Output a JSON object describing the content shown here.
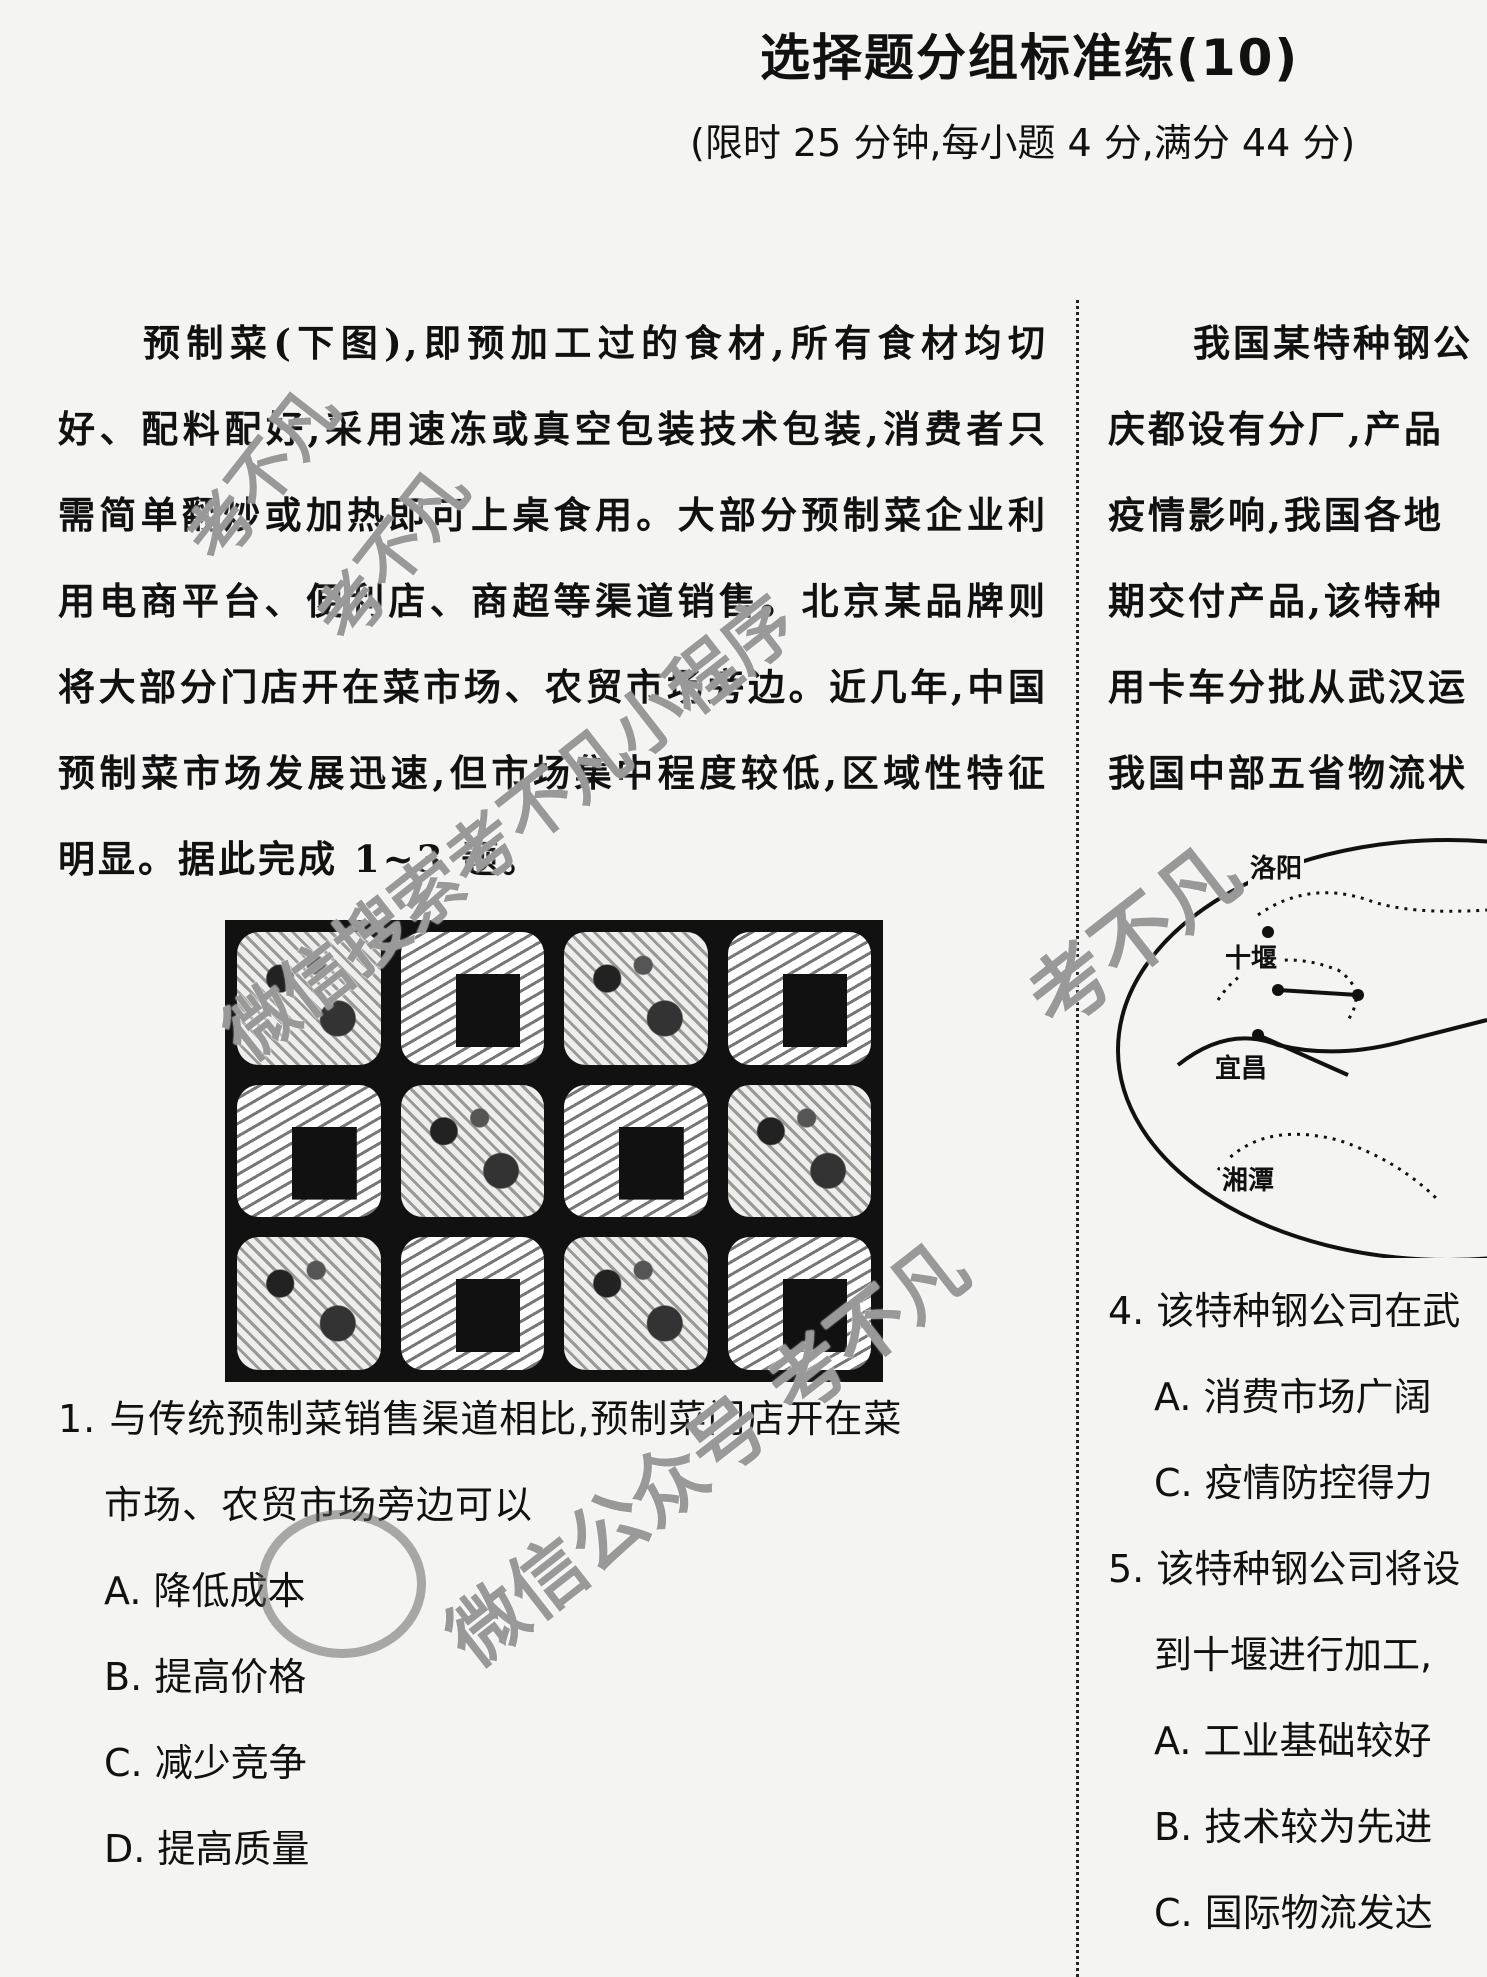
{
  "header": {
    "title": "选择题分组标准练(10)",
    "subtitle": "(限时 25 分钟,每小题 4 分,满分 44 分)"
  },
  "left": {
    "passage": "预制菜(下图),即预加工过的食材,所有食材均切好、配料配好,采用速冻或真空包装技术包装,消费者只需简单翻炒或加热即可上桌食用。大部分预制菜企业利用电商平台、便利店、商超等渠道销售。北京某品牌则将大部分门店开在菜市场、农贸市场旁边。近几年,中国预制菜市场发展迅速,但市场集中程度较低,区域性特征明显。据此完成 1~3 题。",
    "q1": {
      "stem": "1. 与传统预制菜销售渠道相比,预制菜门店开在菜",
      "stem_cont": "市场、农贸市场旁边可以",
      "options": [
        "A. 降低成本",
        "B. 提高价格",
        "C. 减少竞争",
        "D. 提高质量"
      ]
    }
  },
  "right": {
    "passage_lines": [
      "我国某特种钢公",
      "庆都设有分厂,产品",
      "疫情影响,我国各地",
      "期交付产品,该特种",
      "用卡车分批从武汉运",
      "我国中部五省物流状"
    ],
    "map_labels": [
      "洛阳",
      "十堰",
      "宜昌",
      "湘潭"
    ],
    "q4": {
      "stem": "4. 该特种钢公司在武",
      "options": [
        "A. 消费市场广阔",
        "C. 疫情防控得力"
      ]
    },
    "q5": {
      "stem": "5. 该特种钢公司将设",
      "stem_cont": "到十堰进行加工,",
      "options": [
        "A. 工业基础较好",
        "B. 技术较为先进",
        "C. 国际物流发达"
      ]
    }
  },
  "watermarks": [
    "考不凡",
    "考不凡",
    "微信搜索考不凡小程序",
    "考不凡",
    "微信公众号 考不凡"
  ]
}
